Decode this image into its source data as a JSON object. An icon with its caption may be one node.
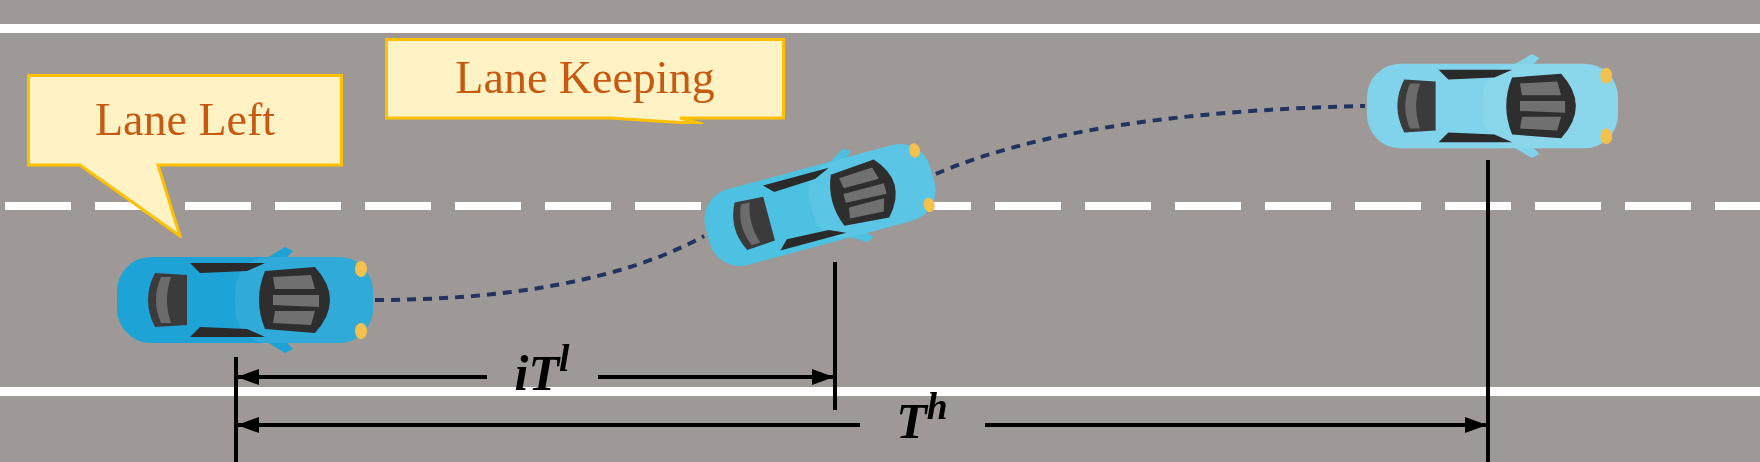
{
  "diagram": {
    "nodes": [
      {
        "text": [
          "Lane Left"
        ]
      },
      {
        "text": [
          "Lane Keeping"
        ]
      },
      {
        "text": [],
        "shape": "picture"
      },
      {
        "text": [],
        "shape": "picture"
      },
      {
        "text": [],
        "shape": "picture"
      }
    ],
    "edges": [
      {
        "from": 2,
        "to": 3,
        "arrow": "none",
        "style": "dashed"
      },
      {
        "from": 3,
        "to": 4,
        "arrow": "none",
        "style": "dashed"
      }
    ],
    "labels": [
      "iT$^{l}$",
      "T$^{h}$"
    ]
  }
}
